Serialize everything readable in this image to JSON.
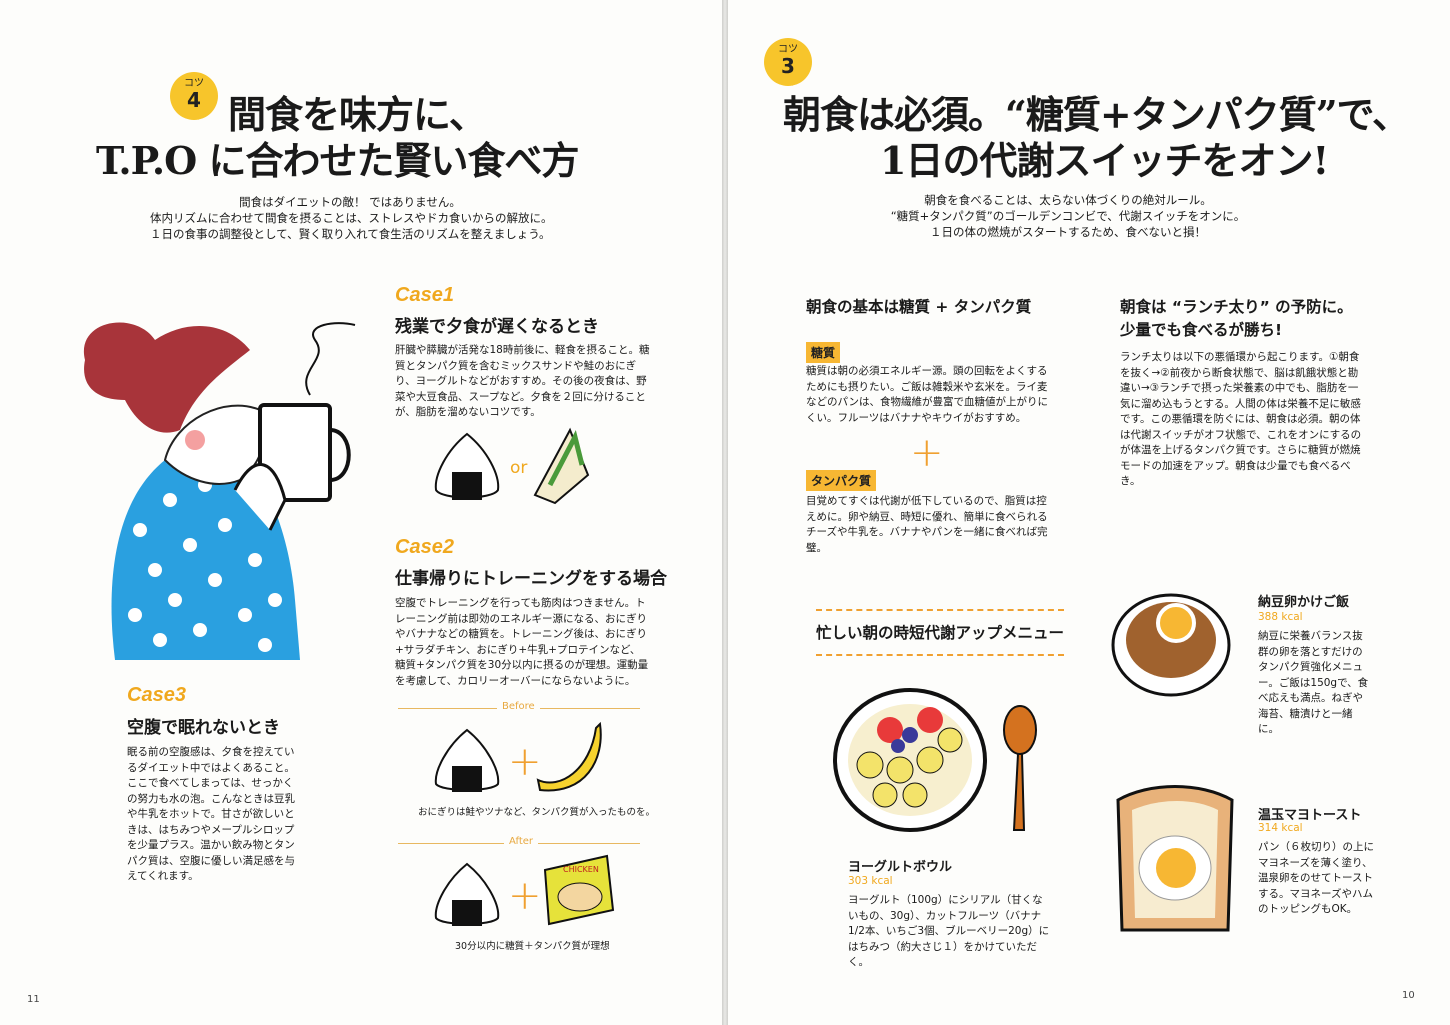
{
  "left": {
    "badge": {
      "label": "コツ",
      "number": "4"
    },
    "title_line1": "間食を味方に、",
    "title_line2": "T.P.O に合わせた賢い食べ方",
    "intro": [
      "間食はダイエットの敵！ ではありません。",
      "体内リズムに合わせて間食を摂ることは、ストレスやドカ食いからの解放に。",
      "１日の食事の調整役として、賢く取り入れて食生活のリズムを整えましょう。"
    ],
    "case1": {
      "label": "Case1",
      "heading": "残業で夕食が遅くなるとき",
      "body": "肝臓や膵臓が活発な18時前後に、軽食を摂ること。糖質とタンパク質を含むミックスサンドや鮭のおにぎり、ヨーグルトなどがおすすめ。その後の夜食は、野菜や大豆食品、スープなど。夕食を２回に分けることが、脂肪を溜めないコツです。",
      "or": "or"
    },
    "case2": {
      "label": "Case2",
      "heading": "仕事帰りにトレーニングをする場合",
      "body": "空腹でトレーニングを行っても筋肉はつきません。トレーニング前は即効のエネルギー源になる、おにぎりやバナナなどの糖質を。トレーニング後は、おにぎり+サラダチキン、おにぎり+牛乳+プロテインなど、糖質+タンパク質を30分以内に摂るのが理想。運動量を考慮して、カロリーオーバーにならないように。",
      "before_label": "Before",
      "before_caption": "おにぎりは鮭やツナなど、タンパク質が入ったものを。",
      "after_label": "After",
      "after_caption": "30分以内に糖質＋タンパク質が理想",
      "pack_text": "CHICKEN"
    },
    "case3": {
      "label": "Case3",
      "heading": "空腹で眠れないとき",
      "body": "眠る前の空腹感は、夕食を控えているダイエット中ではよくあること。ここで食べてしまっては、せっかくの努力も水の泡。こんなときは豆乳や牛乳をホットで。甘さが欲しいときは、はちみつやメープルシロップを少量プラス。温かい飲み物とタンパク質は、空腹に優しい満足感を与えてくれます。"
    },
    "page_number": "11"
  },
  "right": {
    "badge": {
      "label": "コツ",
      "number": "3"
    },
    "title_line1": "朝食は必須。“糖質+タンパク質”で、",
    "title_line2": "1日の代謝スイッチをオン!",
    "intro": [
      "朝食を食べることは、太らない体づくりの絶対ルール。",
      "“糖質+タンパク質”のゴールデンコンビで、代謝スイッチをオンに。",
      "１日の体の燃焼がスタートするため、食べないと損！"
    ],
    "basics": {
      "heading": "朝食の基本は糖質 + タンパク質",
      "carb_tag": "糖質",
      "carb_body": "糖質は朝の必須エネルギー源。頭の回転をよくするためにも摂りたい。ご飯は雑穀米や玄米を。ライ麦などのパンは、食物繊維が豊富で血糖値が上がりにくい。フルーツはバナナやキウイがおすすめ。",
      "protein_tag": "タンパク質",
      "protein_body": "目覚めてすぐは代謝が低下しているので、脂質は控えめに。卵や納豆、時短に優れ、簡単に食べられるチーズや牛乳を。バナナやパンを一緒に食べれば完璧。"
    },
    "lunch": {
      "heading_line1": "朝食は “ランチ太り” の予防に。",
      "heading_line2": "少量でも食べるが勝ち!",
      "body": "ランチ太りは以下の悪循環から起こります。①朝食を抜く→②前夜から断食状態で、脳は飢餓状態と勘違い→③ランチで摂った栄養素の中でも、脂肪を一気に溜め込もうとする。人間の体は栄養不足に敏感です。この悪循環を防ぐには、朝食は必須。朝の体は代謝スイッチがオフ状態で、これをオンにするのが体温を上げるタンパク質です。さらに糖質が燃焼モードの加速をアップ。朝食は少量でも食べるべき。"
    },
    "menu_heading": "忙しい朝の時短代謝アップメニュー",
    "yogurt": {
      "name": "ヨーグルトボウル",
      "kcal": "303 kcal",
      "body": "ヨーグルト（100g）にシリアル（甘くないもの、30g）、カットフルーツ（バナナ1/2本、いちご3個、ブルーベリー20g）にはちみつ（約大さじ１）をかけていただく。"
    },
    "natto": {
      "name": "納豆卵かけご飯",
      "kcal": "388 kcal",
      "body": "納豆に栄養バランス抜群の卵を落とすだけのタンパク質強化メニュー。ご飯は150gで、食べ応えも満点。ねぎや海苔、糖漬けと一緒に。"
    },
    "toast": {
      "name": "温玉マヨトースト",
      "kcal": "314 kcal",
      "body": "パン（６枚切り）の上にマヨネーズを薄く塗り、温泉卵をのせてトーストする。マヨネーズやハムのトッピングもOK。"
    },
    "page_number": "10"
  },
  "colors": {
    "accent_orange": "#f0a81e",
    "badge_yellow": "#f7c52b",
    "dot_blue": "#2aa0e0",
    "hair_red": "#a8343a"
  }
}
